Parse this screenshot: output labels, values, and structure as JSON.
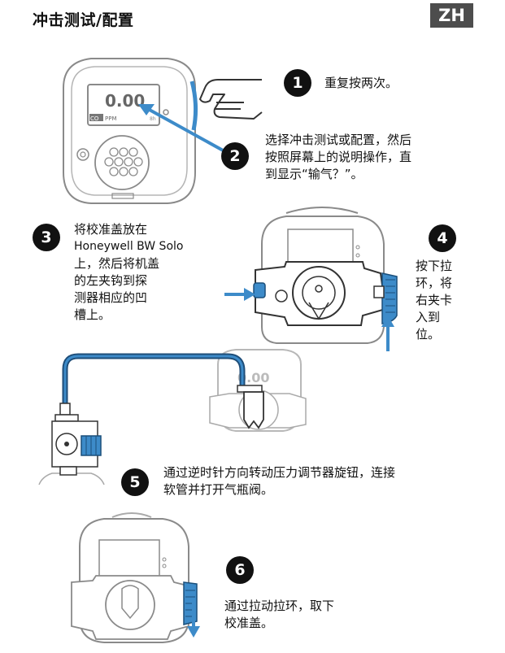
{
  "header": {
    "title": "冲击测试/配置",
    "lang_badge": "ZH"
  },
  "device_screen": {
    "reading": "0.00",
    "unit_gas": "CO",
    "unit_ppm": "PPM",
    "small_label": "8h"
  },
  "steps": [
    {
      "number": "1",
      "text": "重复按两次。"
    },
    {
      "number": "2",
      "lines": [
        "选择冲击测试或配置，然后",
        "按照屏幕上的说明操作，直",
        "到显示“输气？”。"
      ]
    },
    {
      "number": "3",
      "lines": [
        "将校准盖放在",
        "Honeywell BW Solo",
        "上，然后将机盖",
        "的左夹钩到探",
        "测器相应的凹",
        "槽上。"
      ]
    },
    {
      "number": "4",
      "lines": [
        "按下拉",
        "环，将",
        "右夹卡",
        "入到",
        "位。"
      ]
    },
    {
      "number": "5",
      "lines": [
        "通过逆时针方向转动压力调节器旋钮，连接",
        "软管并打开气瓶阀。"
      ]
    },
    {
      "number": "6",
      "lines": [
        "通过拉动拉环，取下",
        "校准盖。"
      ]
    }
  ],
  "colors": {
    "accent_blue": "#3d8bc9",
    "badge_gray": "#4d4d4d",
    "line_gray": "#9a9a9a"
  },
  "icons": [
    "hand-press-icon",
    "arrow-icon",
    "regulator-icon"
  ]
}
